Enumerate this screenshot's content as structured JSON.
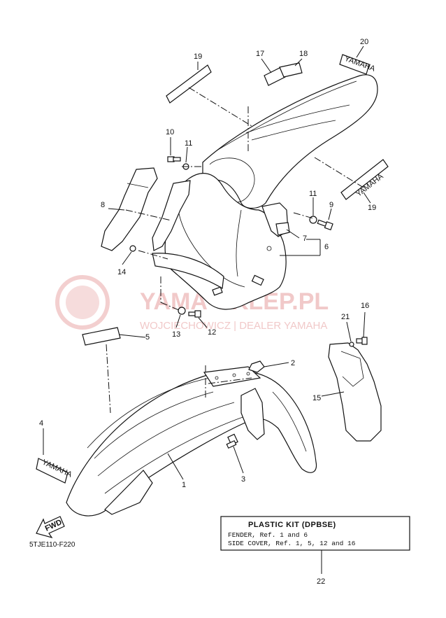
{
  "diagram": {
    "code": "5TJE110-F220",
    "fwd_mark": "FWD",
    "decal_text": "YAMAHA",
    "watermark": {
      "brand": "YAMA-SKLEP.PL",
      "subtitle": "WOJCIECHOWICZ | DEALER YAMAHA"
    },
    "callouts": [
      "1",
      "2",
      "3",
      "4",
      "5",
      "6",
      "7",
      "8",
      "9",
      "10",
      "11",
      "11",
      "12",
      "13",
      "14",
      "15",
      "16",
      "17",
      "18",
      "19",
      "19",
      "20",
      "21",
      "22"
    ],
    "kit_box": {
      "title": "PLASTIC KIT (DPBSE)",
      "line1": "FENDER, Ref. 1 and 6",
      "line2": "SIDE COVER, Ref. 1, 5, 12 and 16"
    }
  }
}
